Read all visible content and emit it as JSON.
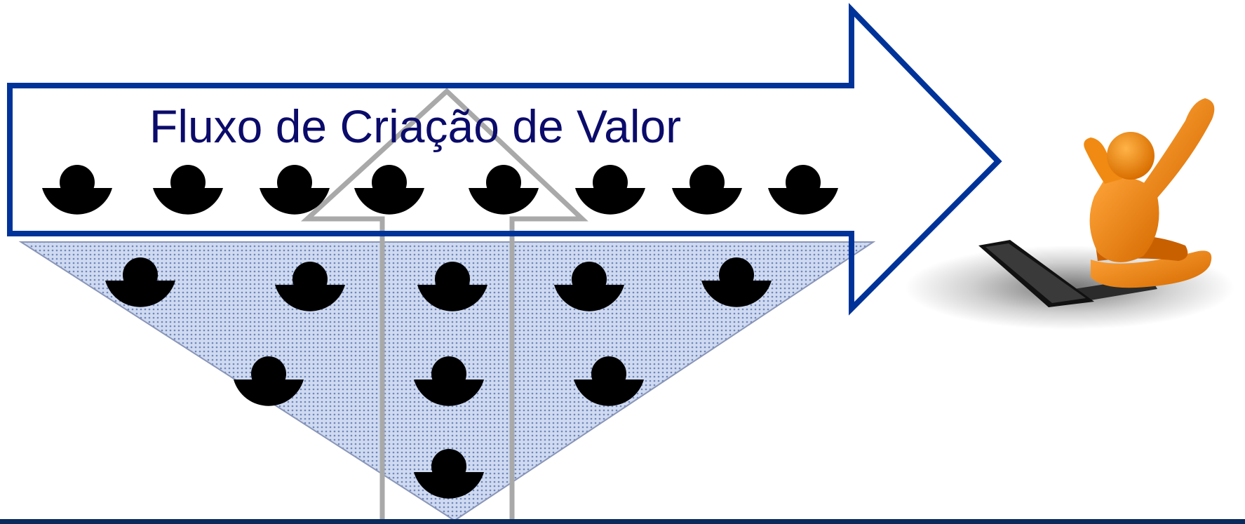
{
  "diagram": {
    "title": "Fluxo de Criação de Valor",
    "colors": {
      "arrow_stroke": "#003399",
      "title_text": "#0b0b6b",
      "triangle_fill": "#b9c8e8",
      "triangle_edge": "#8a96b8",
      "gray_outline": "#a9a9a9",
      "person_symbol": "#000000",
      "figure_orange": "#f08a12",
      "laptop": "#1a1a1a",
      "bottom_bar": "#0a2a5c"
    },
    "icons": [
      "person-symbol",
      "seated-figure-with-laptop",
      "right-arrow",
      "inverted-triangle",
      "upward-arrow-outline"
    ]
  }
}
